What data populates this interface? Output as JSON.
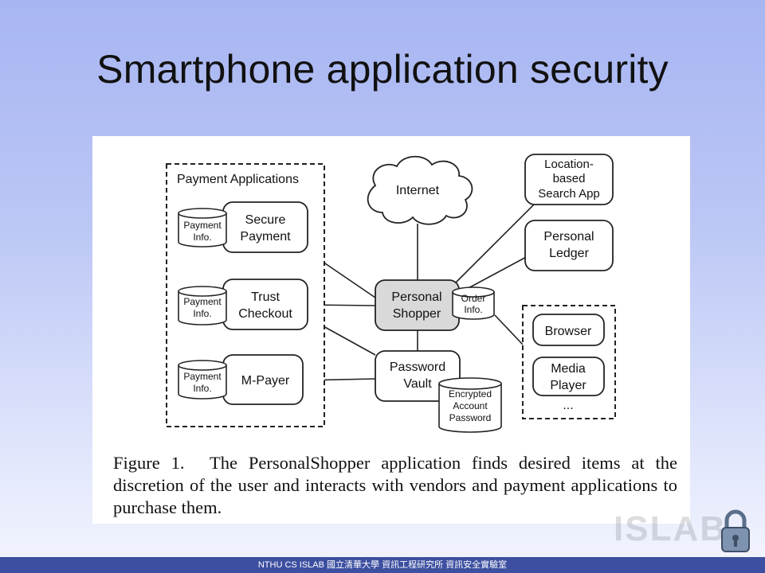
{
  "slide": {
    "title": "Smartphone application security",
    "footer": "NTHU CS ISLAB 國立清華大學 資訊工程研究所 資訊安全實驗室",
    "watermark": "ISLAB"
  },
  "diagram": {
    "groups": {
      "payment_apps": "Payment Applications"
    },
    "nodes": {
      "internet": "Internet",
      "location_search": [
        "Location-",
        "based",
        "Search App"
      ],
      "personal_ledger": [
        "Personal",
        "Ledger"
      ],
      "secure_payment": [
        "Secure",
        "Payment"
      ],
      "trust_checkout": [
        "Trust",
        "Checkout"
      ],
      "m_payer": [
        "M-Payer"
      ],
      "personal_shopper": [
        "Personal",
        "Shopper"
      ],
      "password_vault": [
        "Password",
        "Vault"
      ],
      "browser": [
        "Browser"
      ],
      "media_player": [
        "Media",
        "Player"
      ],
      "more": "..."
    },
    "data_stores": {
      "payment_info_1": [
        "Payment",
        "Info."
      ],
      "payment_info_2": [
        "Payment",
        "Info."
      ],
      "payment_info_3": [
        "Payment",
        "Info."
      ],
      "order_info": [
        "Order",
        "Info."
      ],
      "encrypted_password": [
        "Encrypted",
        "Account",
        "Password"
      ]
    },
    "edges": [
      {
        "from": "personal_shopper",
        "to": "internet"
      },
      {
        "from": "personal_shopper",
        "to": "location_search"
      },
      {
        "from": "personal_shopper",
        "to": "personal_ledger"
      },
      {
        "from": "personal_shopper",
        "to": "secure_payment"
      },
      {
        "from": "personal_shopper",
        "to": "trust_checkout"
      },
      {
        "from": "personal_shopper",
        "to": "password_vault"
      },
      {
        "from": "personal_shopper",
        "to": "browser_group"
      },
      {
        "from": "trust_checkout",
        "to": "password_vault"
      },
      {
        "from": "m_payer",
        "to": "password_vault"
      }
    ]
  },
  "caption": {
    "label": "Figure 1.",
    "text": "The PersonalShopper application finds desired items at the discretion of the user and interacts with vendors and payment applications to purchase them."
  },
  "colors": {
    "background_top": "#a7b5f2",
    "footer_bar": "#3d4fa0",
    "shopper_fill": "#d9d9d9"
  }
}
